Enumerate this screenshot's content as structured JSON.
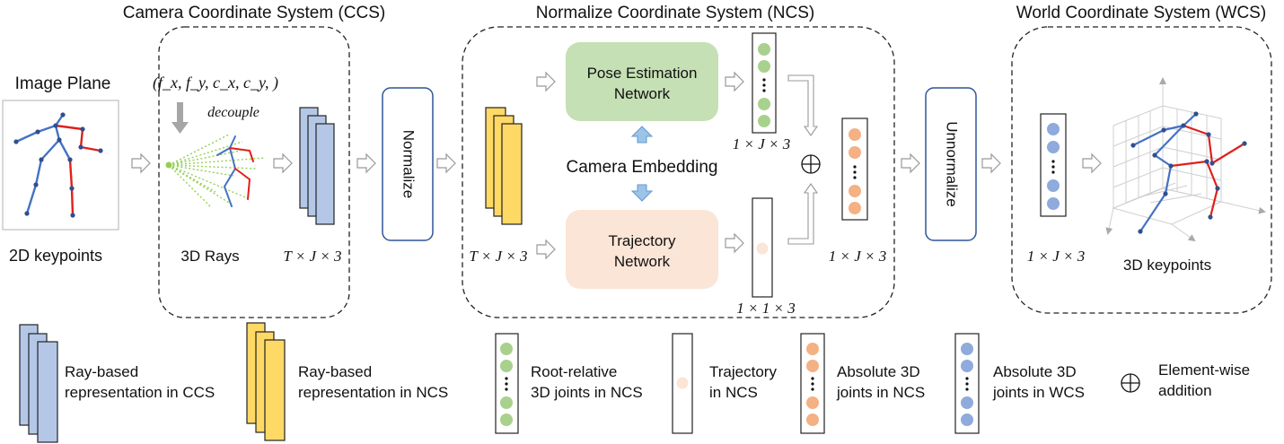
{
  "sections": {
    "ccs_title": "Camera Coordinate System (CCS)",
    "ncs_title": "Normalize Coordinate System (NCS)",
    "wcs_title": "World Coordinate System (WCS)"
  },
  "input": {
    "image_plane": "Image Plane",
    "keypoints_2d": "2D  keypoints"
  },
  "ccs": {
    "intrinsics": "(f_x, f_y, c_x, c_y, )",
    "decouple": "decouple",
    "rays": "3D Rays",
    "rays_shape": "T × J × 3"
  },
  "blocks": {
    "normalize": "Normalize",
    "unnormalize": "Unnormalize"
  },
  "ncs": {
    "input_shape": "T × J × 3",
    "pose_network": [
      "Pose Estimation",
      "Network"
    ],
    "camera_embedding": "Camera Embedding",
    "trajectory_network": [
      "Trajectory",
      "Network"
    ],
    "pose_shape": "1 × J × 3",
    "traj_shape": "1 × 1 × 3",
    "sum_shape": "1 × J × 3"
  },
  "wcs": {
    "shape": "1 × J × 3",
    "keypoints_3d": "3D keypoints"
  },
  "legend": [
    {
      "label": [
        "Ray-based",
        "representation in CCS"
      ]
    },
    {
      "label": [
        "Ray-based",
        "representation in NCS"
      ]
    },
    {
      "label": [
        "Root-relative",
        "3D joints in NCS"
      ]
    },
    {
      "label": [
        "Trajectory",
        "in NCS"
      ]
    },
    {
      "label": [
        "Absolute 3D",
        "joints in NCS"
      ]
    },
    {
      "label": [
        "Absolute 3D",
        "joints in WCS"
      ]
    },
    {
      "label": [
        "Element-wise",
        "addition"
      ]
    }
  ],
  "colors": {
    "ray_blue": "#b4c7e7",
    "ray_yellow": "#ffd966",
    "green": "#a9d18e",
    "green_box": "#c5e0b4",
    "peach_box": "#fbe5d6",
    "peach_dot": "#f8cbad",
    "orange": "#f4b183",
    "blue_dot": "#8faadc",
    "skeleton_blue": "#4472c4",
    "skeleton_red": "#e0201b"
  }
}
